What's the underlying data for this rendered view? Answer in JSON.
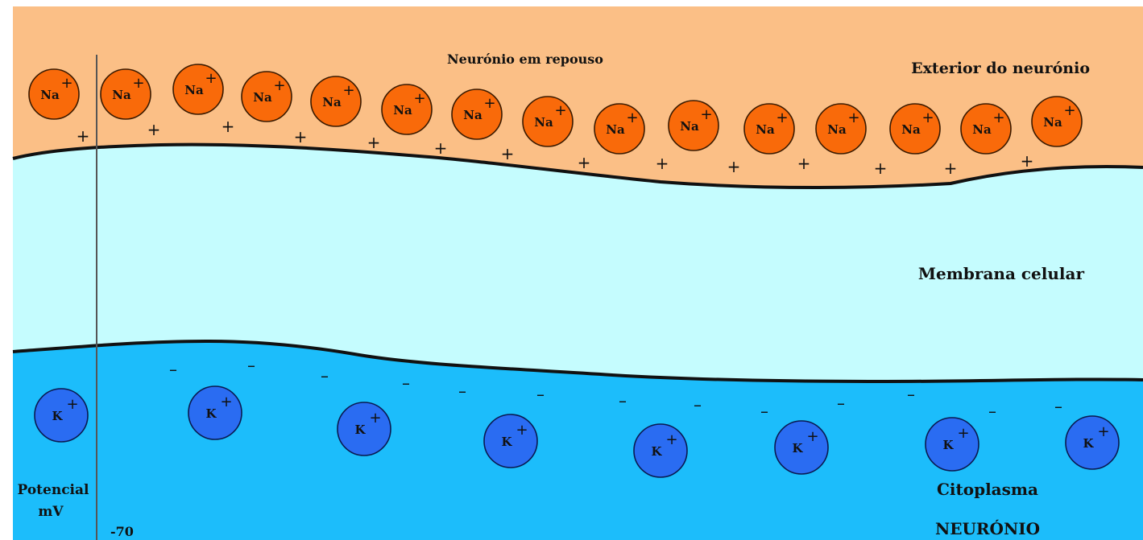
{
  "title": "Neurónio em repouso",
  "labels": {
    "exterior": "Exterior do neurónio",
    "membrane": "Membrana celular",
    "cytoplasm": "Citoplasma",
    "neuron": "NEURÓNIO",
    "potential_line1": "Potencial",
    "potential_line2": "mV",
    "potential_value": "-70"
  },
  "ions": {
    "outside": {
      "symbol": "Na",
      "charge": "+",
      "count": 15
    },
    "inside": {
      "symbol": "K",
      "charge": "+",
      "count": 8
    }
  },
  "charges": {
    "outside_sign": "+",
    "inside_sign": "–"
  },
  "colors": {
    "exterior": "#fbbf86",
    "membrane": "#c5fcfe",
    "cytoplasm": "#1cbdfb",
    "na_ion": "#f96a0a",
    "k_ion": "#2a6cf2"
  }
}
